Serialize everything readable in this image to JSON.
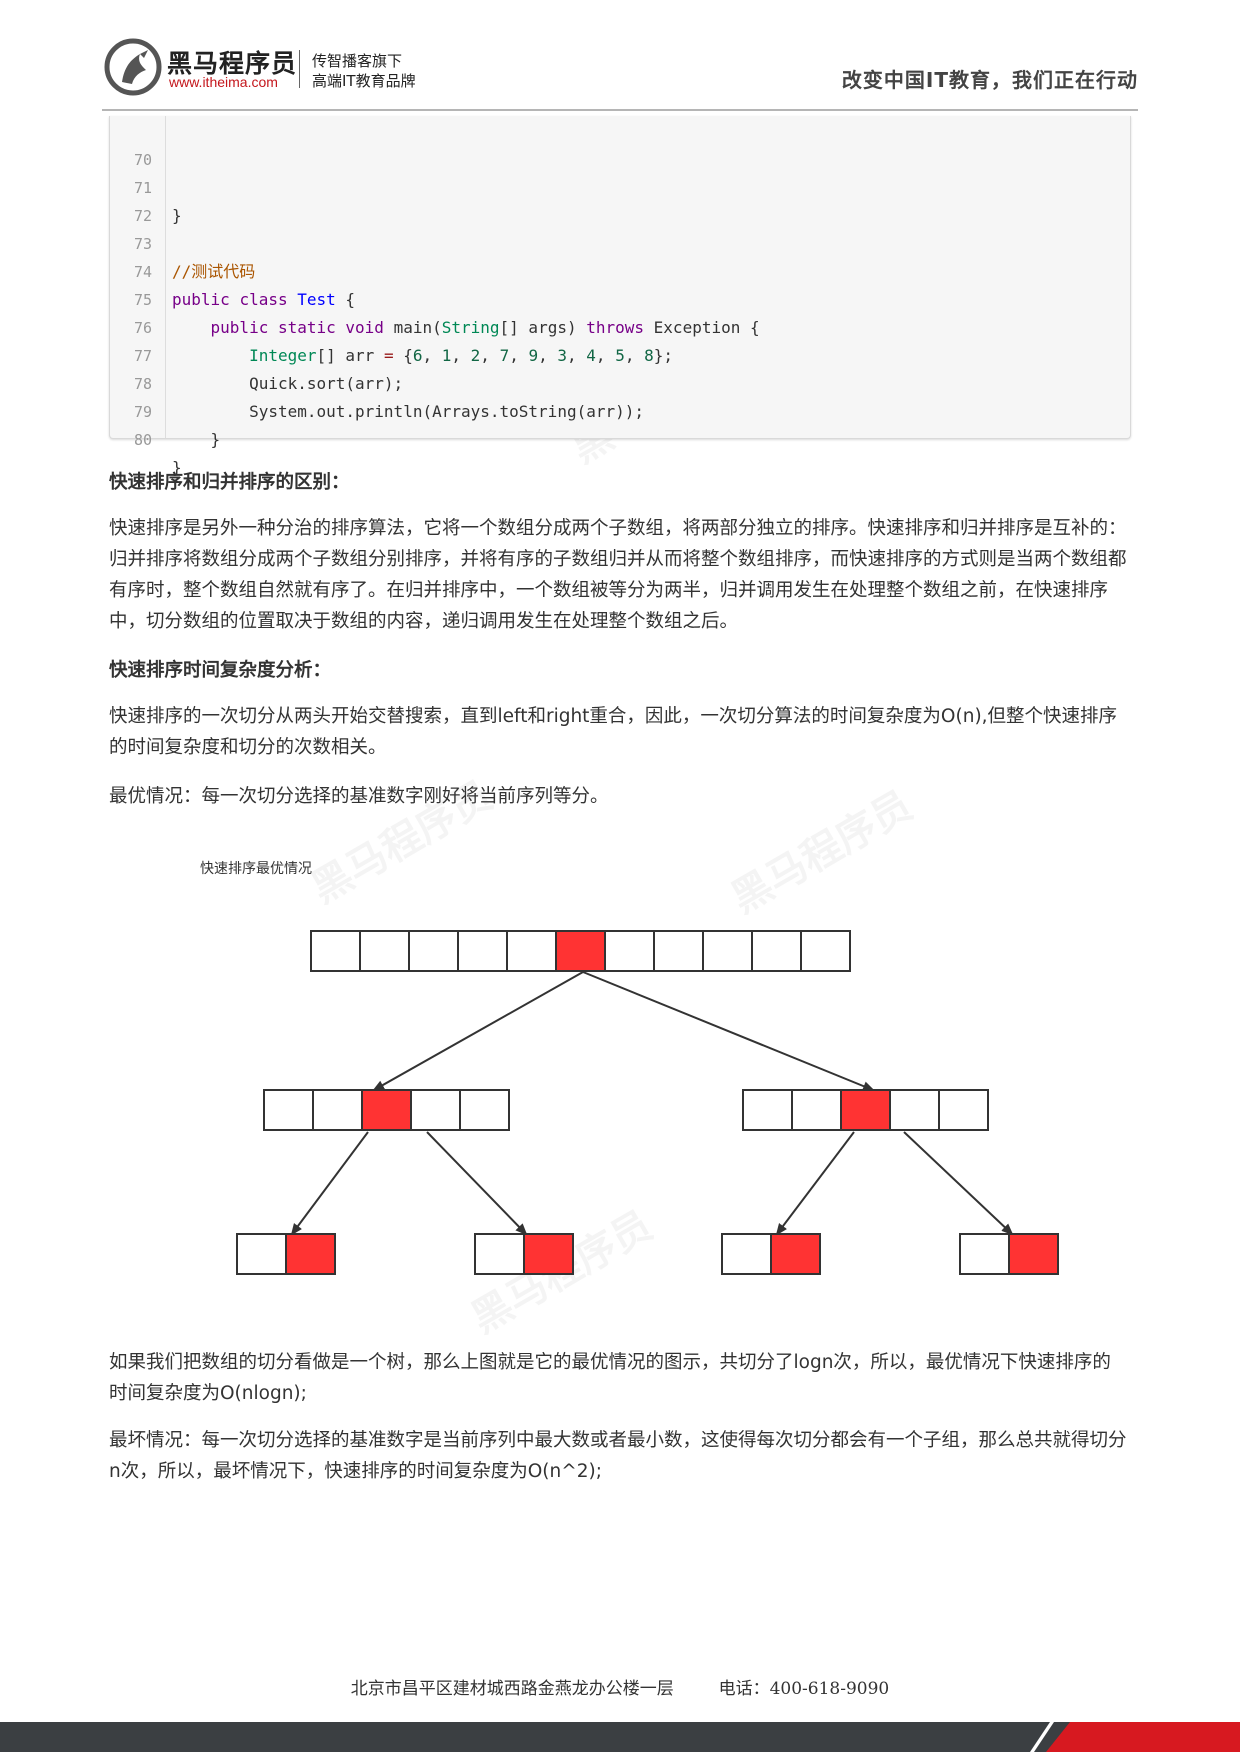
{
  "header": {
    "brand_name": "黑马程序员",
    "brand_url": "www.itheima.com",
    "brand_sub1": "传智播客旗下",
    "brand_sub2": "高端IT教育品牌",
    "slogan": "改变中国IT教育，我们正在行动"
  },
  "code": {
    "lines": [
      {
        "n": "70",
        "t": ""
      },
      {
        "n": "71",
        "t": "}"
      },
      {
        "n": "72",
        "t": ""
      },
      {
        "n": "73",
        "t": "//测试代码"
      },
      {
        "n": "74",
        "t": "public class Test {"
      },
      {
        "n": "75",
        "t": "    public static void main(String[] args) throws Exception {"
      },
      {
        "n": "76",
        "t": "        Integer[] arr = {6, 1, 2, 7, 9, 3, 4, 5, 8};"
      },
      {
        "n": "77",
        "t": "        Quick.sort(arr);"
      },
      {
        "n": "78",
        "t": "        System.out.println(Arrays.toString(arr));"
      },
      {
        "n": "79",
        "t": "    }"
      },
      {
        "n": "80",
        "t": "}"
      }
    ]
  },
  "content": {
    "h1": "快速排序和归并排序的区别：",
    "p1": "快速排序是另外一种分治的排序算法，它将一个数组分成两个子数组，将两部分独立的排序。快速排序和归并排序是互补的：归并排序将数组分成两个子数组分别排序，并将有序的子数组归并从而将整个数组排序，而快速排序的方式则是当两个数组都有序时，整个数组自然就有序了。在归并排序中，一个数组被等分为两半，归并调用发生在处理整个数组之前，在快速排序中，切分数组的位置取决于数组的内容，递归调用发生在处理整个数组之后。",
    "h2": "快速排序时间复杂度分析：",
    "p2": "快速排序的一次切分从两头开始交替搜索，直到left和right重合，因此，一次切分算法的时间复杂度为O(n),但整个快速排序的时间复杂度和切分的次数相关。",
    "p3": "最优情况：每一次切分选择的基准数字刚好将当前序列等分。",
    "p4": "如果我们把数组的切分看做是一个树，那么上图就是它的最优情况的图示，共切分了logn次，所以，最优情况下快速排序的时间复杂度为O(nlogn);",
    "p5": "最坏情况：每一次切分选择的基准数字是当前序列中最大数或者最小数，这使得每次切分都会有一个子组，那么总共就得切分n次，所以，最坏情况下，快速排序的时间复杂度为O(n^2);"
  },
  "diagram": {
    "caption": "快速排序最优情况",
    "pivot_color": "#ff3333",
    "cell_color": "#ffffff",
    "top_array": {
      "cells": 11,
      "pivot_index": 5
    },
    "level2": [
      {
        "cells": 5,
        "pivot_index": 2
      },
      {
        "cells": 5,
        "pivot_index": 2
      }
    ],
    "level3": [
      {
        "cells": 2,
        "pivot_index": 1
      },
      {
        "cells": 2,
        "pivot_index": 1
      },
      {
        "cells": 2,
        "pivot_index": 1
      },
      {
        "cells": 2,
        "pivot_index": 1
      }
    ]
  },
  "footer": {
    "address": "北京市昌平区建材城西路金燕龙办公楼一层",
    "phone": "电话：400-618-9090"
  },
  "watermark": "黑马程序员"
}
